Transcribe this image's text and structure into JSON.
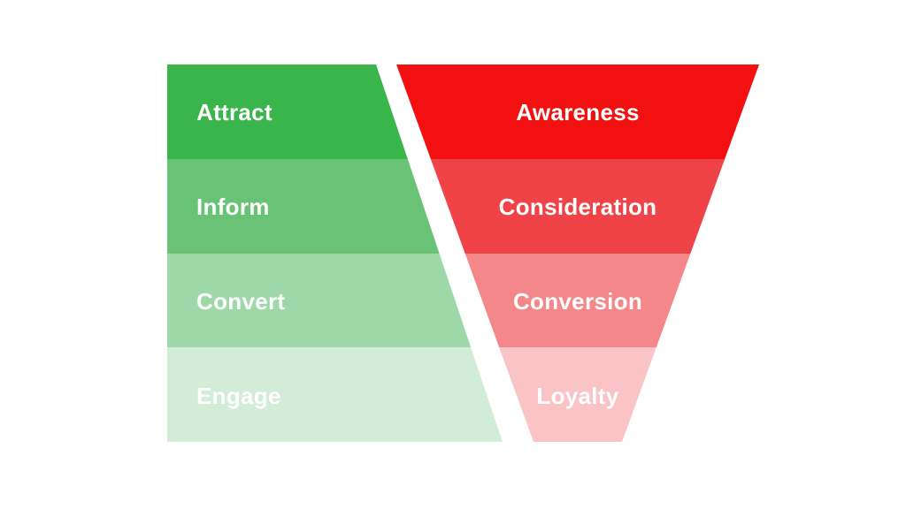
{
  "page": {
    "background_color": "#ffffff",
    "text_color": "#ffffff"
  },
  "left_funnel": {
    "side": "green-actions",
    "stages": [
      {
        "label": "Attract",
        "color": "#3ab54c"
      },
      {
        "label": "Inform",
        "color": "#69c377"
      },
      {
        "label": "Convert",
        "color": "#9ed7a8"
      },
      {
        "label": "Engage",
        "color": "#d1ecd7"
      }
    ]
  },
  "right_funnel": {
    "side": "red-customer-stages",
    "stages": [
      {
        "label": "Awareness",
        "color": "#f21011"
      },
      {
        "label": "Consideration",
        "color": "#ef4347"
      },
      {
        "label": "Conversion",
        "color": "#f48789"
      },
      {
        "label": "Loyalty",
        "color": "#fac3c5"
      }
    ]
  }
}
